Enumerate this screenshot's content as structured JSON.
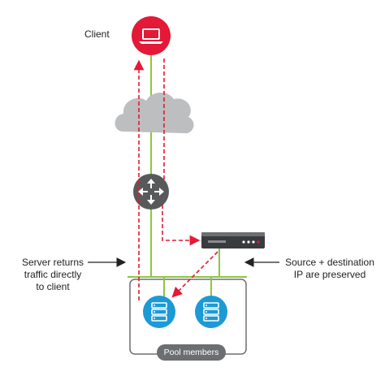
{
  "diagram": {
    "client_label": "Client",
    "left_annotation": [
      "Server returns",
      "traffic directly",
      "to client"
    ],
    "right_annotation": [
      "Source + destination",
      "IP are preserved"
    ],
    "pool_label": "Pool members",
    "colors": {
      "client_red": "#e31937",
      "link_green": "#8dc63f",
      "return_path_red": "#e31937",
      "server_blue": "#1b9ad6",
      "router_gray": "#58595b",
      "cloud_gray": "#bcbec0",
      "appliance_dark": "#3a3b3d",
      "pool_border": "#6d6e71"
    },
    "icons": [
      "laptop-icon",
      "cloud-icon",
      "router-icon",
      "load-balancer-icon",
      "server-icon"
    ]
  }
}
